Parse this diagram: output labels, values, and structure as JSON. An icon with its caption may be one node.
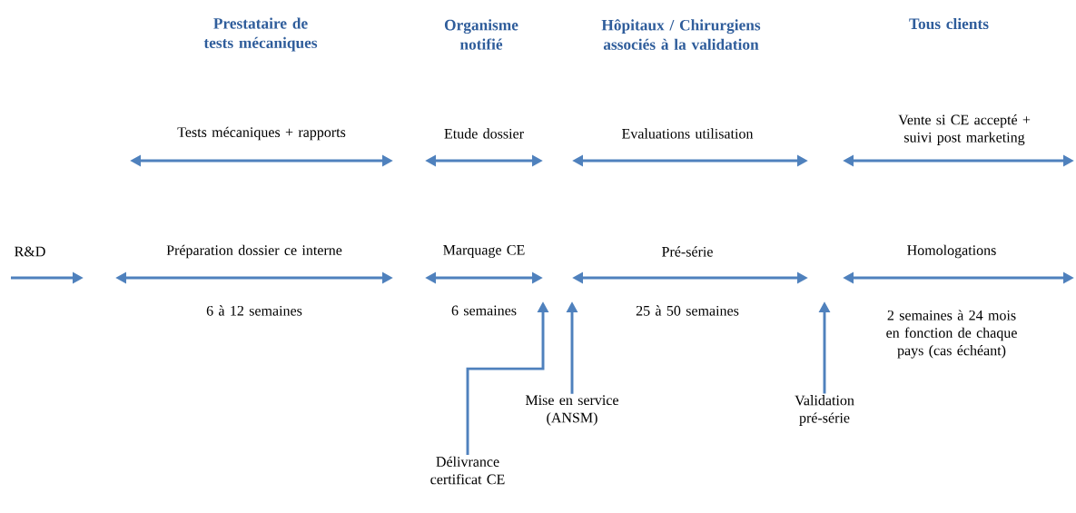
{
  "diagram": {
    "nodes": [
      {
        "text": [
          "Mise en service (ANSM)"
        ]
      },
      {
        "text": [
          "Validation pré-série"
        ]
      },
      {
        "text": [
          "Délivrance certificat CE"
        ]
      }
    ],
    "edges": [
      {
        "from": 0,
        "to": null,
        "arrow": "to"
      },
      {
        "from": 1,
        "to": null,
        "arrow": "to"
      },
      {
        "from": 2,
        "to": null,
        "arrow": "to"
      }
    ],
    "labels": [
      "Prestataire de tests mécaniques",
      "Organisme notifié",
      "Hôpitaux / Chirurgiens associés à la validation",
      "Tous clients",
      "Tests mécaniques + rapports",
      "Etude dossier",
      "Evaluations utilisation",
      "Vente si CE accepté + suivi post marketing",
      "R&D",
      "Préparation dossier ce interne",
      "Marquage CE",
      "Pré-série",
      "Homologations",
      "6 à 12 semaines",
      "6 semaines",
      "25 à 50 semaines",
      "2 semaines à 24 mois en fonction de chaque pays (cas échéant)"
    ]
  }
}
